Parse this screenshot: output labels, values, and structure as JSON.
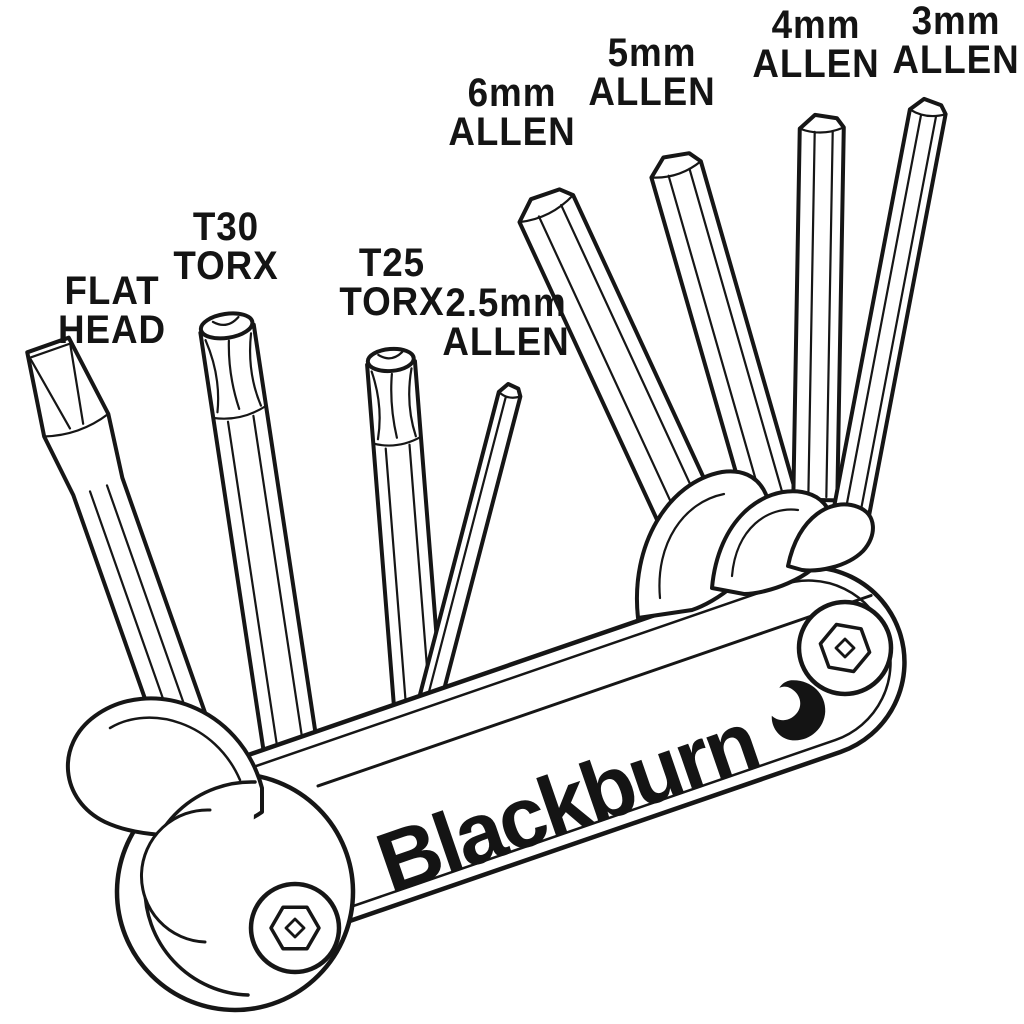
{
  "figure": {
    "brand": "Blackburn",
    "colors": {
      "ink": "#161616",
      "paper": "#ffffff"
    },
    "labels": [
      {
        "id": "flat-head",
        "text": "FLAT\nHEAD"
      },
      {
        "id": "t30-torx",
        "text": "T30\nTORX"
      },
      {
        "id": "t25-torx",
        "text": "T25\nTORX"
      },
      {
        "id": "allen-2-5mm",
        "text": "2.5mm\nALLEN"
      },
      {
        "id": "allen-6mm",
        "text": "6mm\nALLEN"
      },
      {
        "id": "allen-5mm",
        "text": "5mm\nALLEN"
      },
      {
        "id": "allen-4mm",
        "text": "4mm\nALLEN"
      },
      {
        "id": "allen-3mm",
        "text": "3mm\nALLEN"
      }
    ]
  }
}
